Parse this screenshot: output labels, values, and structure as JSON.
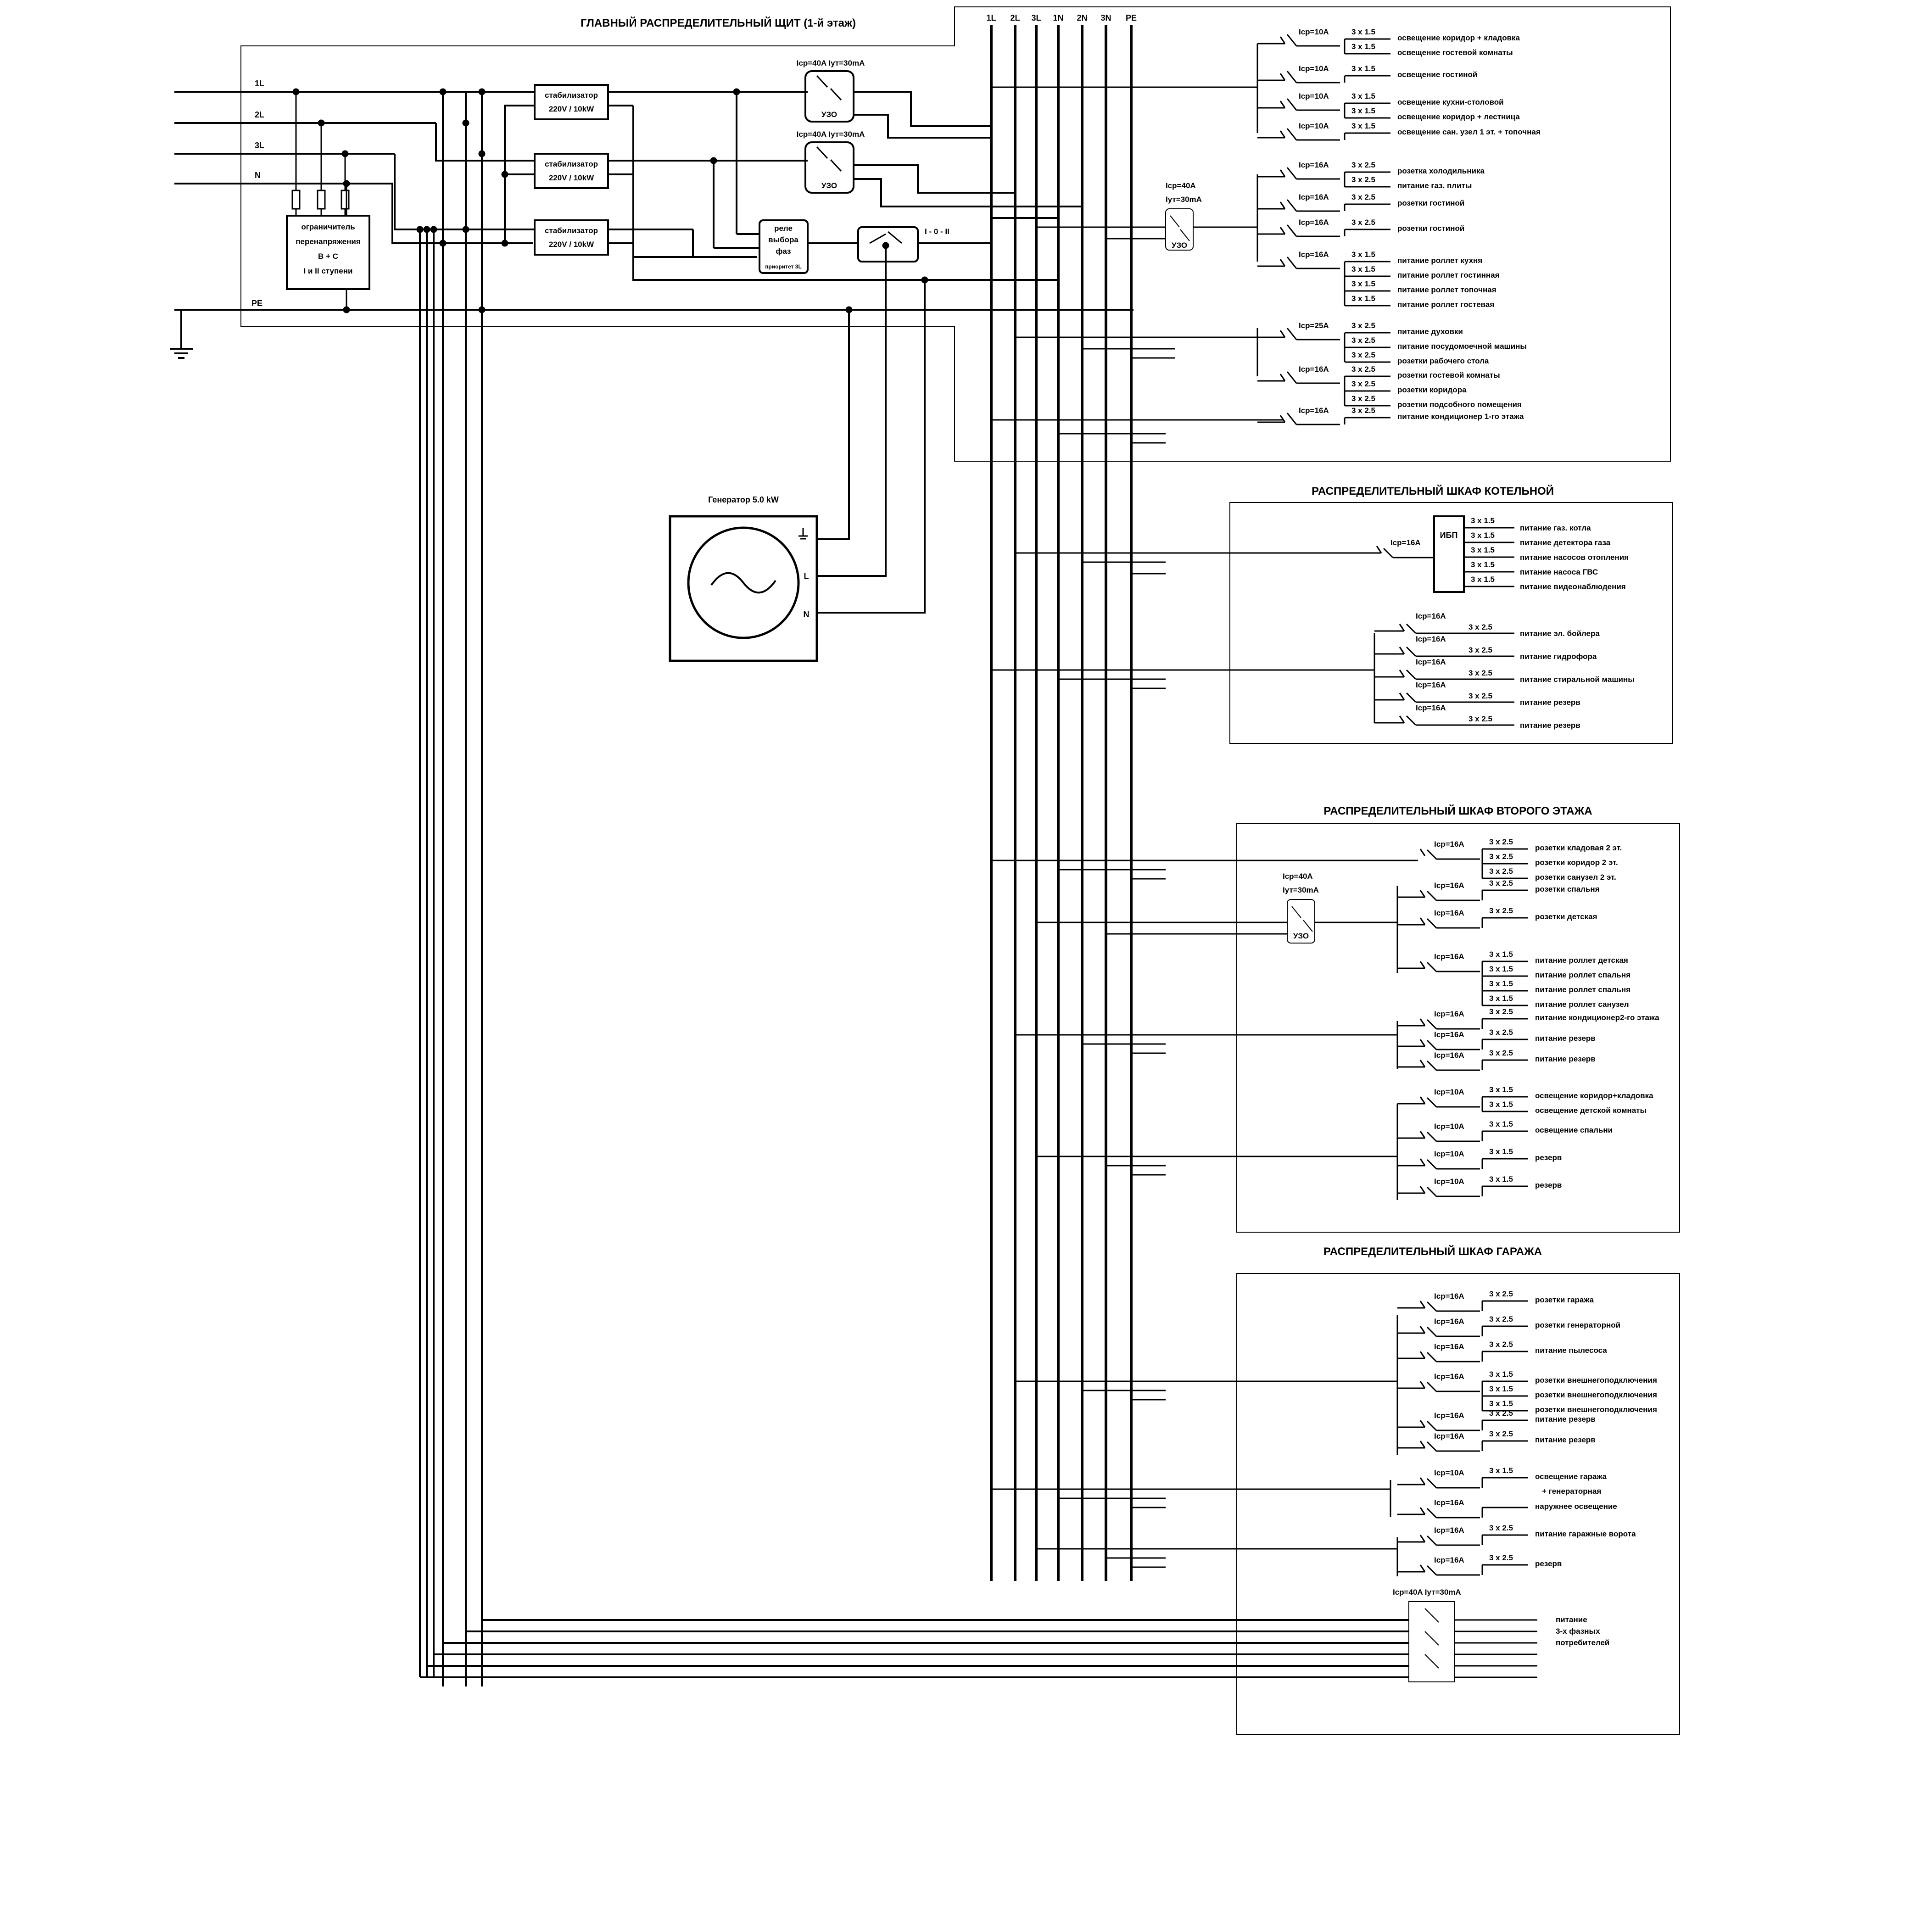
{
  "titles": {
    "main": "ГЛАВНЫЙ РАСПРЕДЕЛИТЕЛЬНЫЙ ЩИТ (1-й этаж)",
    "boiler": "РАСПРЕДЕЛИТЕЛЬНЫЙ ШКАФ КОТЕЛЬНОЙ",
    "floor2": "РАСПРЕДЕЛИТЕЛЬНЫЙ ШКАФ ВТОРОГО ЭТАЖА",
    "garage": "РАСПРЕДЕЛИТЕЛЬНЫЙ ШКАФ ГАРАЖА"
  },
  "input": {
    "phase_labels": [
      "1L",
      "2L",
      "3L",
      "N"
    ],
    "pe": "PE"
  },
  "surge": {
    "lines": [
      "ограничитель",
      "перенапряжения",
      "B + C",
      "I и II ступени"
    ]
  },
  "stabilizers": [
    {
      "line1": "стабилизатор",
      "line2": "220V / 10kW"
    },
    {
      "line1": "стабилизатор",
      "line2": "220V / 10kW"
    },
    {
      "line1": "стабилизатор",
      "line2": "220V / 10kW"
    }
  ],
  "rcds_top": [
    {
      "rating": "Icp=40A Iут=30mA",
      "label": "УЗО"
    },
    {
      "rating": "Icp=40A Iут=30mA",
      "label": "УЗО"
    }
  ],
  "relay": {
    "lines": [
      "реле",
      "выбора",
      "фаз"
    ],
    "note": "приоритет 3L"
  },
  "switch": "I - 0 - II",
  "generator": {
    "title": "Генератор 5.0 kW",
    "l": "L",
    "n": "N"
  },
  "buses": [
    "1L",
    "2L",
    "3L",
    "1N",
    "2N",
    "3N",
    "PE"
  ],
  "rcd_main": {
    "rating1": "Icp=40A",
    "rating2": "Iут=30mA",
    "label": "УЗО"
  },
  "main_groups": [
    {
      "breaker": "Icp=10A",
      "items": [
        {
          "c": "3 x 1.5",
          "t": "освещение коридор + кладовка"
        },
        {
          "c": "3 x 1.5",
          "t": "освещение гостевой комнаты"
        }
      ]
    },
    {
      "breaker": "Icp=10A",
      "items": [
        {
          "c": "3 x 1.5",
          "t": "освещение гостиной"
        }
      ]
    },
    {
      "breaker": "Icp=10A",
      "items": [
        {
          "c": "3 x 1.5",
          "t": "освещение кухни-столовой"
        },
        {
          "c": "3 x 1.5",
          "t": "освещение коридор + лестница"
        }
      ]
    },
    {
      "breaker": "Icp=10A",
      "items": [
        {
          "c": "3 x 1.5",
          "t": "освещение сан. узел 1 эт. + топочная"
        }
      ]
    },
    {
      "breaker": "Icp=16A",
      "items": [
        {
          "c": "3 x 2.5",
          "t": "розетка холодильника"
        },
        {
          "c": "3 x 2.5",
          "t": "питание газ. плиты"
        }
      ]
    },
    {
      "breaker": "Icp=16A",
      "items": [
        {
          "c": "3 x 2.5",
          "t": "розетки гостиной"
        }
      ]
    },
    {
      "breaker": "Icp=16A",
      "items": [
        {
          "c": "3 x 2.5",
          "t": "розетки гостиной"
        }
      ]
    },
    {
      "breaker": "Icp=16A",
      "items": [
        {
          "c": "3 x 1.5",
          "t": "питание роллет кухня"
        },
        {
          "c": "3 x 1.5",
          "t": "питание роллет гостинная"
        },
        {
          "c": "3 x 1.5",
          "t": "питание роллет топочная"
        },
        {
          "c": "3 x 1.5",
          "t": "питание роллет гостевая"
        }
      ]
    },
    {
      "breaker": "Icp=25A",
      "items": [
        {
          "c": "3 x 2.5",
          "t": "питание духовки"
        },
        {
          "c": "3 x 2.5",
          "t": "питание посудомоечной машины"
        },
        {
          "c": "3 x 2.5",
          "t": "розетки рабочего стола"
        }
      ]
    },
    {
      "breaker": "Icp=16A",
      "items": [
        {
          "c": "3 x 2.5",
          "t": "розетки гостевой комнаты"
        },
        {
          "c": "3 x 2.5",
          "t": "розетки коридора"
        },
        {
          "c": "3 x 2.5",
          "t": "розетки подсобного помещения"
        }
      ]
    },
    {
      "breaker": "Icp=16A",
      "items": [
        {
          "c": "3 x 2.5",
          "t": "питание кондиционер 1-го этажа"
        }
      ]
    }
  ],
  "boiler": {
    "breaker": "Icp=16A",
    "ups": "ИБП",
    "ups_items": [
      {
        "c": "3 x 1.5",
        "t": "питание газ. котла"
      },
      {
        "c": "3 x 1.5",
        "t": "питание детектора газа"
      },
      {
        "c": "3 x 1.5",
        "t": "питание насосов отопления"
      },
      {
        "c": "3 x 1.5",
        "t": "питание насоса ГВС"
      },
      {
        "c": "3 x 1.5",
        "t": "питание видеонаблюдения"
      }
    ],
    "groups": [
      {
        "breaker": "Icp=16A",
        "c": "3 x 2.5",
        "t": "питание эл. бойлера"
      },
      {
        "breaker": "Icp=16A",
        "c": "3 x 2.5",
        "t": "питание гидрофора"
      },
      {
        "breaker": "Icp=16A",
        "c": "3 x 2.5",
        "t": "питание стиральной машины"
      },
      {
        "breaker": "Icp=16A",
        "c": "3 x 2.5",
        "t": "питание резерв"
      },
      {
        "breaker": "Icp=16A",
        "c": "3 x 2.5",
        "t": "питание резерв"
      }
    ]
  },
  "floor2": {
    "rcd": {
      "rating1": "Icp=40A",
      "rating2": "Iут=30mA",
      "label": "УЗО"
    },
    "groups": [
      {
        "breaker": "Icp=16A",
        "items": [
          {
            "c": "3 x 2.5",
            "t": "розетки кладовая 2 эт."
          },
          {
            "c": "3 x 2.5",
            "t": "розетки коридор 2 эт."
          },
          {
            "c": "3 x 2.5",
            "t": "розетки санузел 2 эт."
          }
        ]
      },
      {
        "breaker": "Icp=16A",
        "items": [
          {
            "c": "3 x 2.5",
            "t": "розетки спальня"
          }
        ]
      },
      {
        "breaker": "Icp=16A",
        "items": [
          {
            "c": "3 x 2.5",
            "t": "розетки детская"
          }
        ]
      },
      {
        "breaker": "Icp=16A",
        "items": [
          {
            "c": "3 x 1.5",
            "t": "питание роллет детская"
          },
          {
            "c": "3 x 1.5",
            "t": "питание роллет спальня"
          },
          {
            "c": "3 x 1.5",
            "t": "питание роллет спальня"
          },
          {
            "c": "3 x 1.5",
            "t": "питание роллет санузел"
          }
        ]
      },
      {
        "breaker": "Icp=16A",
        "items": [
          {
            "c": "3 x 2.5",
            "t": "питание кондиционер2-го этажа"
          }
        ]
      },
      {
        "breaker": "Icp=16A",
        "items": [
          {
            "c": "3 x 2.5",
            "t": "питание резерв"
          }
        ]
      },
      {
        "breaker": "Icp=16A",
        "items": [
          {
            "c": "3 x 2.5",
            "t": "питание резерв"
          }
        ]
      },
      {
        "breaker": "Icp=10A",
        "items": [
          {
            "c": "3 x 1.5",
            "t": "освещение коридор+кладовка"
          },
          {
            "c": "3 x 1.5",
            "t": "освещение детской комнаты"
          }
        ]
      },
      {
        "breaker": "Icp=10A",
        "items": [
          {
            "c": "3 x 1.5",
            "t": "освещение спальни"
          }
        ]
      },
      {
        "breaker": "Icp=10A",
        "items": [
          {
            "c": "3 x 1.5",
            "t": "резерв"
          }
        ]
      },
      {
        "breaker": "Icp=10A",
        "items": [
          {
            "c": "3 x 1.5",
            "t": "резерв"
          }
        ]
      }
    ]
  },
  "garage": {
    "groups": [
      {
        "breaker": "Icp=16A",
        "items": [
          {
            "c": "3 x 2.5",
            "t": "розетки гаража"
          }
        ]
      },
      {
        "breaker": "Icp=16A",
        "items": [
          {
            "c": "3 x 2.5",
            "t": "розетки генераторной"
          }
        ]
      },
      {
        "breaker": "Icp=16A",
        "items": [
          {
            "c": "3 x 2.5",
            "t": "питание пылесоса"
          }
        ]
      },
      {
        "breaker": "Icp=16A",
        "items": [
          {
            "c": "3 x 1.5",
            "t": "розетки внешнегоподключения"
          },
          {
            "c": "3 x 1.5",
            "t": "розетки внешнегоподключения"
          },
          {
            "c": "3 x 1.5",
            "t": "розетки внешнегоподключения"
          }
        ]
      },
      {
        "breaker": "Icp=16A",
        "items": [
          {
            "c": "3 x 2.5",
            "t": "питание резерв"
          }
        ]
      },
      {
        "breaker": "Icp=16A",
        "items": [
          {
            "c": "3 x 2.5",
            "t": "питание резерв"
          }
        ]
      },
      {
        "breaker": "Icp=10A",
        "items": [
          {
            "c": "3 x 1.5",
            "t": "освещение гаража"
          }
        ],
        "extra": "+ генераторная"
      },
      {
        "breaker": "Icp=16A",
        "items": [
          {
            "c": "",
            "t": "наружнее освещение"
          }
        ]
      },
      {
        "breaker": "Icp=16A",
        "items": [
          {
            "c": "3 x 2.5",
            "t": "питание гаражные ворота"
          }
        ]
      },
      {
        "breaker": "Icp=16A",
        "items": [
          {
            "c": "3 x 2.5",
            "t": "резерв"
          }
        ]
      }
    ],
    "three_phase": {
      "rating": "Icp=40A  Iут=30mA",
      "lines": [
        "питание",
        "3-х фазных",
        "потребителей"
      ]
    }
  }
}
